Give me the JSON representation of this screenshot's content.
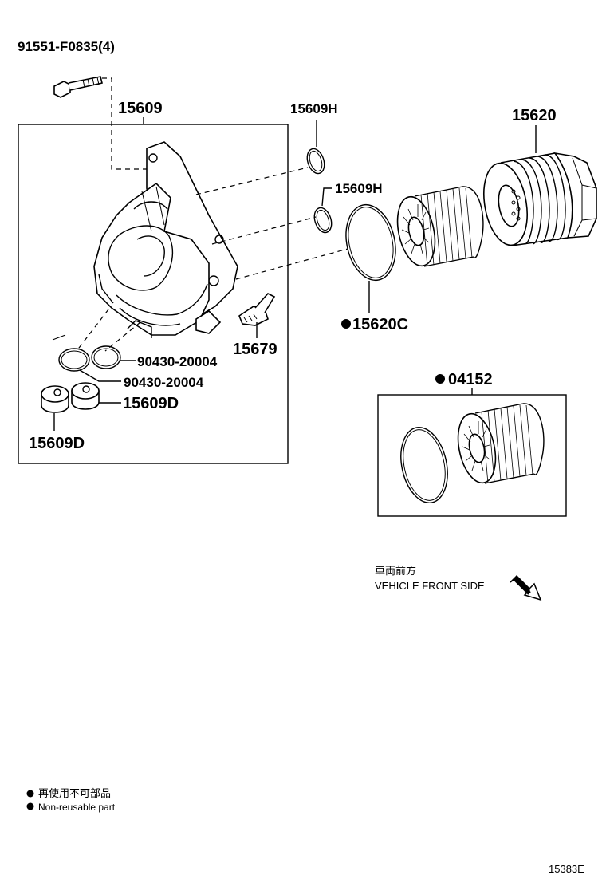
{
  "parts": {
    "bolt": "91551-F0835(4)",
    "housing": "15609",
    "oring_top": "15609H",
    "oring_mid": "15609H",
    "cap": "15620",
    "gasket": "15620C",
    "sensor": "15679",
    "oring_a": "90430-20004",
    "oring_b": "90430-20004",
    "plug_right": "15609D",
    "plug_left": "15609D",
    "element_kit": "04152"
  },
  "direction": {
    "jp": "車両前方",
    "en": "VEHICLE FRONT SIDE"
  },
  "legend": {
    "jp": "再使用不可部品",
    "en": "Non-reusable part"
  },
  "diagram_id": "15383E"
}
